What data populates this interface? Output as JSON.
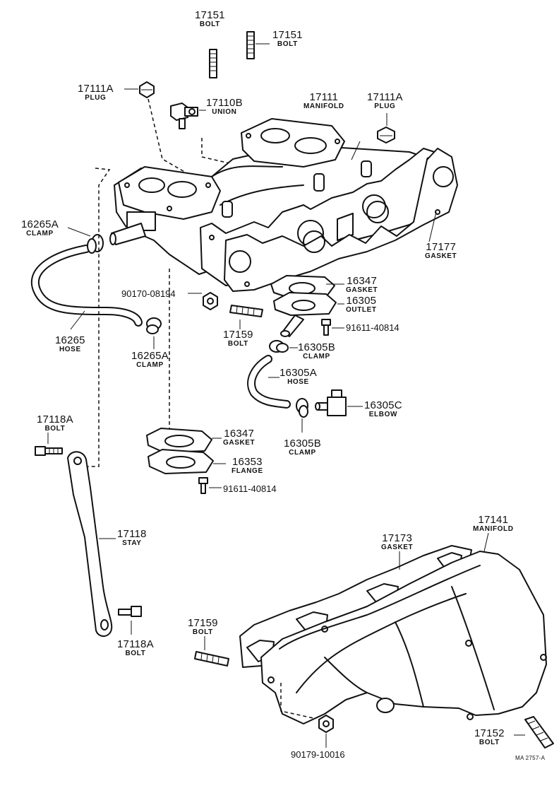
{
  "diagram_ref": "MA 2757-A",
  "parts": [
    {
      "id": "p17151-top",
      "number": "17151",
      "name": "BOLT"
    },
    {
      "id": "p17151-right",
      "number": "17151",
      "name": "BOLT"
    },
    {
      "id": "p17111A-left",
      "number": "17111A",
      "name": "PLUG"
    },
    {
      "id": "p17110B",
      "number": "17110B",
      "name": "UNION"
    },
    {
      "id": "p17111",
      "number": "17111",
      "name": "MANIFOLD"
    },
    {
      "id": "p17111A-right",
      "number": "17111A",
      "name": "PLUG"
    },
    {
      "id": "p16265A-top",
      "number": "16265A",
      "name": "CLAMP"
    },
    {
      "id": "p17177",
      "number": "17177",
      "name": "GASKET"
    },
    {
      "id": "p16347-top",
      "number": "16347",
      "name": "GASKET"
    },
    {
      "id": "p16305",
      "number": "16305",
      "name": "OUTLET"
    },
    {
      "id": "p16265",
      "number": "16265",
      "name": "HOSE"
    },
    {
      "id": "p16265A-bottom",
      "number": "16265A",
      "name": "CLAMP"
    },
    {
      "id": "p17159-top",
      "number": "17159",
      "name": "BOLT"
    },
    {
      "id": "p16305B-top",
      "number": "16305B",
      "name": "CLAMP"
    },
    {
      "id": "p16305A",
      "number": "16305A",
      "name": "HOSE"
    },
    {
      "id": "p16305C",
      "number": "16305C",
      "name": "ELBOW"
    },
    {
      "id": "p17118A-top",
      "number": "17118A",
      "name": "BOLT"
    },
    {
      "id": "p16347-bottom",
      "number": "16347",
      "name": "GASKET"
    },
    {
      "id": "p16305B-bottom",
      "number": "16305B",
      "name": "CLAMP"
    },
    {
      "id": "p16353",
      "number": "16353",
      "name": "FLANGE"
    },
    {
      "id": "p17118",
      "number": "17118",
      "name": "STAY"
    },
    {
      "id": "p17141",
      "number": "17141",
      "name": "MANIFOLD"
    },
    {
      "id": "p17173",
      "number": "17173",
      "name": "GASKET"
    },
    {
      "id": "p17159-bottom",
      "number": "17159",
      "name": "BOLT"
    },
    {
      "id": "p17118A-bottom",
      "number": "17118A",
      "name": "BOLT"
    },
    {
      "id": "p17152",
      "number": "17152",
      "name": "BOLT"
    }
  ],
  "codes": [
    {
      "id": "c90170-08194",
      "text": "90170-08194"
    },
    {
      "id": "c91611-40814-top",
      "text": "91611-40814"
    },
    {
      "id": "c91611-40814-bottom",
      "text": "91611-40814"
    },
    {
      "id": "c90179-10016",
      "text": "90179-10016"
    }
  ]
}
